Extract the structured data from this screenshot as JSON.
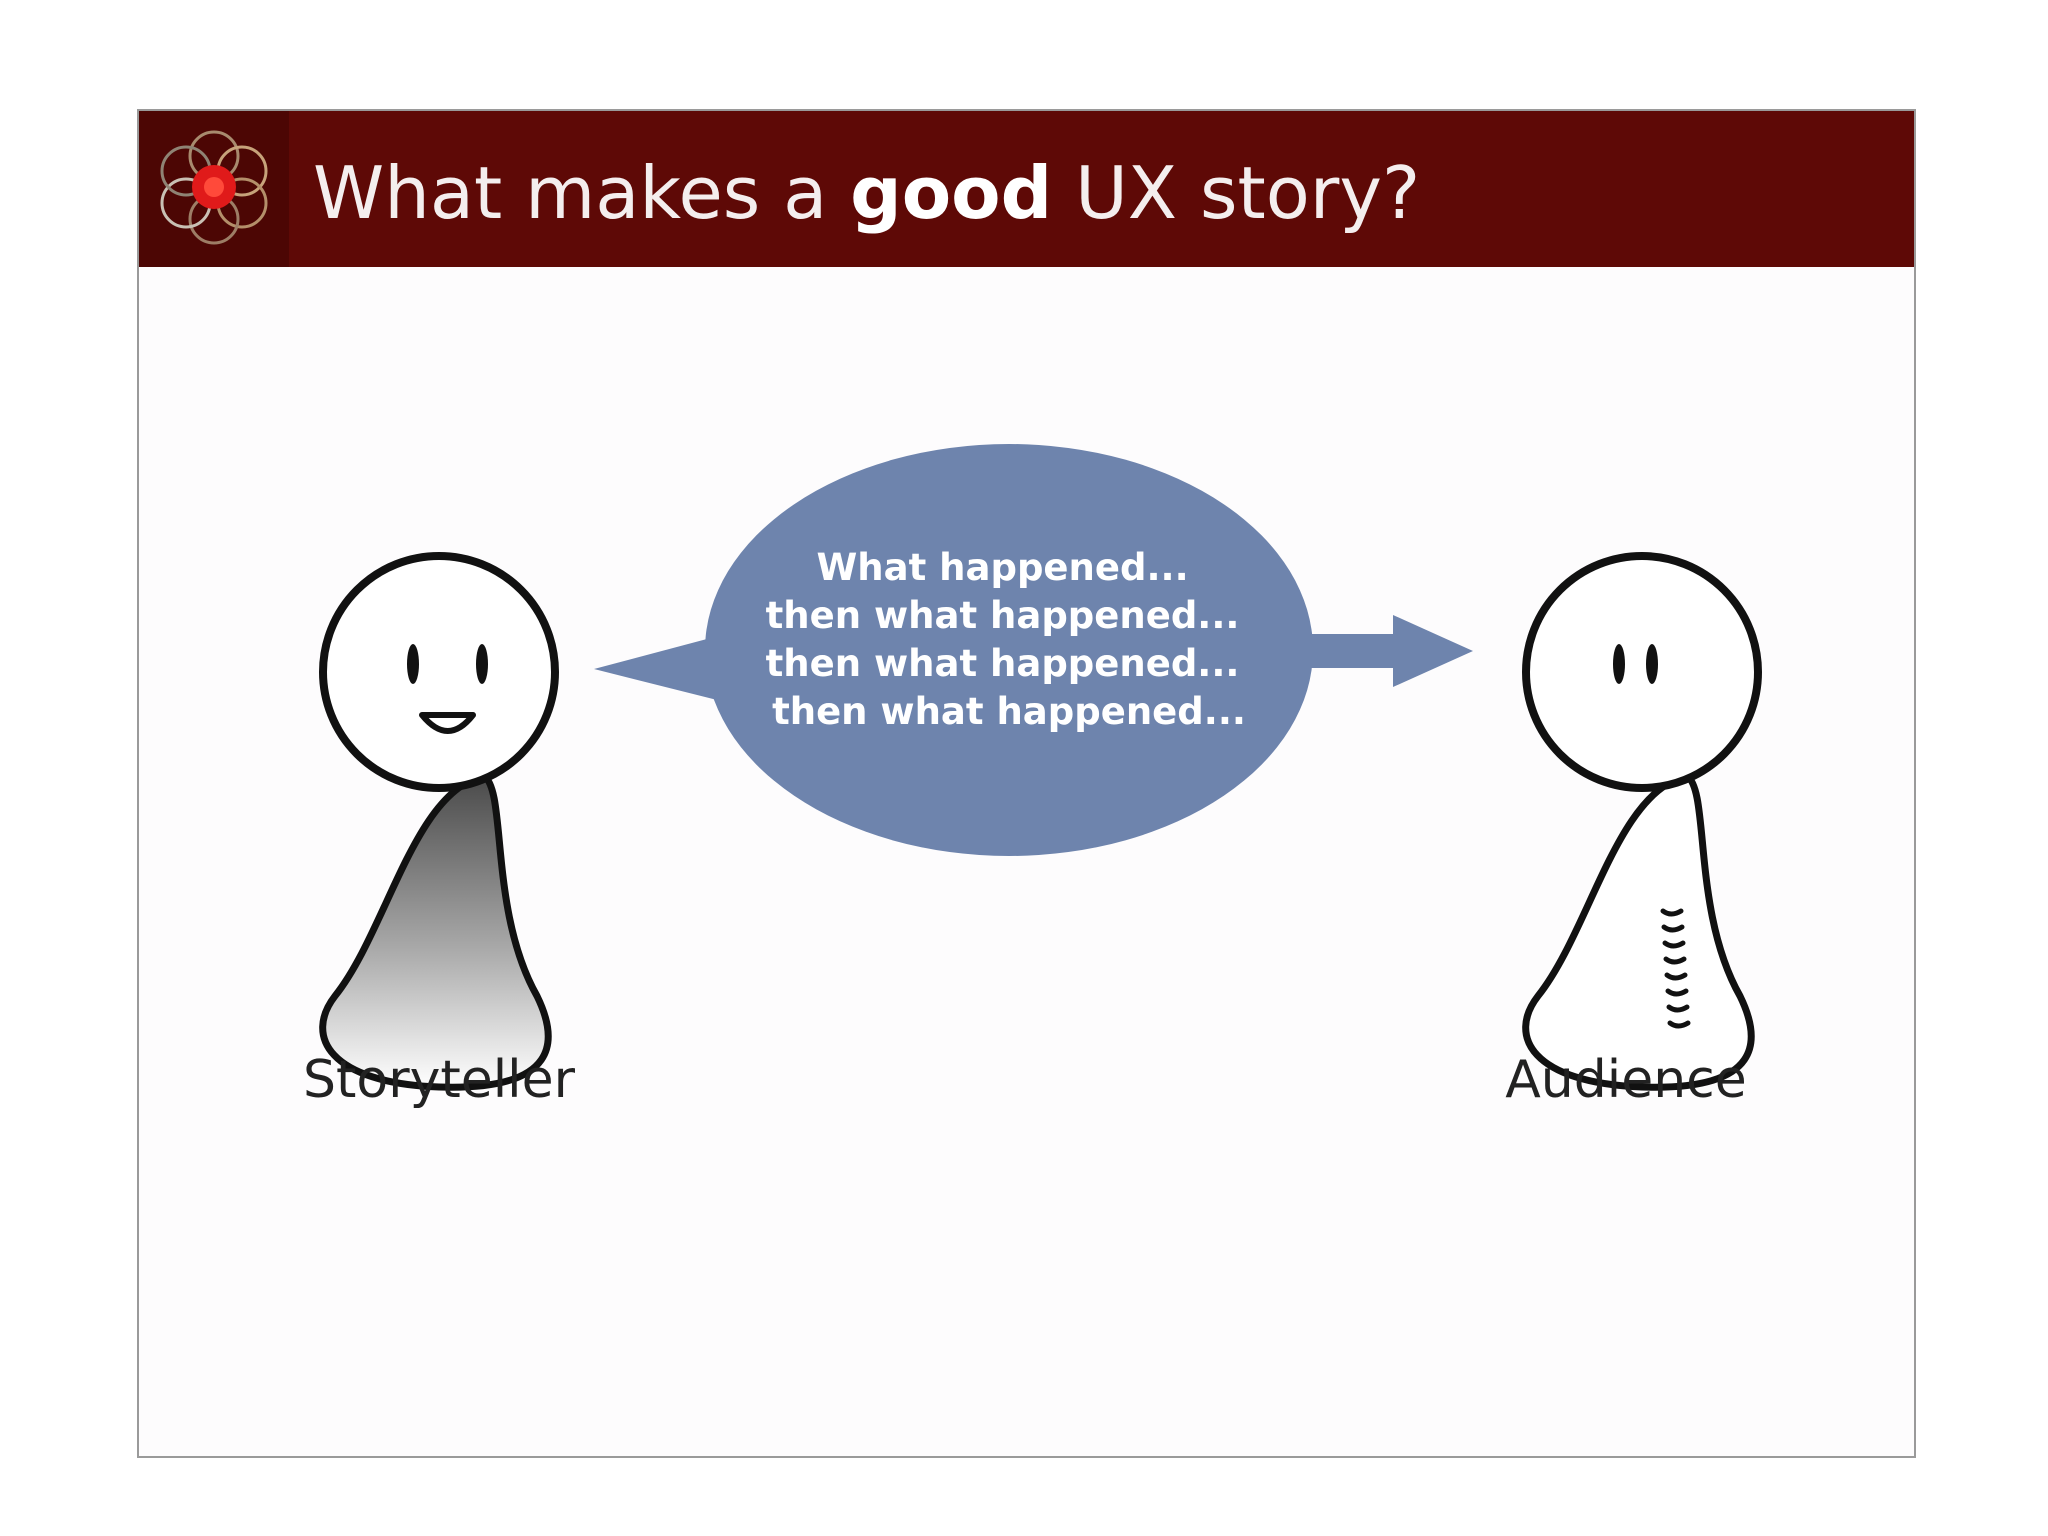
{
  "slide": {
    "title_pre": "What makes a",
    "title_bold": "good",
    "title_post": "UX story?"
  },
  "diagram": {
    "bubble_lines": [
      "What happened...",
      "then what happened...",
      "then what happened...",
      "then what happened..."
    ],
    "storyteller_label": "Storyteller",
    "audience_label": "Audience"
  },
  "colors": {
    "title_bar": "#5e0906",
    "bubble": "#6e84ad",
    "outline": "#111111"
  },
  "icons": [
    "flower-logo-icon",
    "storyteller-figure-icon",
    "audience-figure-icon",
    "speech-bubble-icon",
    "arrow-right-icon"
  ]
}
